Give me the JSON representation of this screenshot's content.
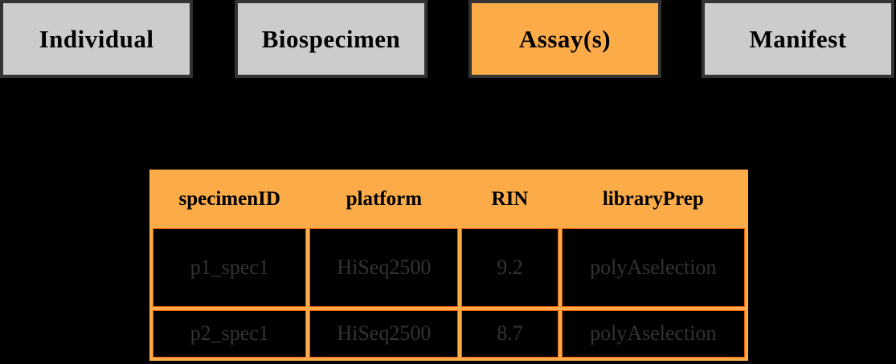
{
  "page": {
    "background": "#000000"
  },
  "colors": {
    "accent_orange": "#fbac49",
    "box_gray": "#cccccc",
    "box_border_gray": "#333333",
    "table_divider_red_orange": "#f25c05",
    "body_text_gray": "#333333"
  },
  "nav_boxes": [
    {
      "label": "Individual",
      "active": false
    },
    {
      "label": "Biospecimen",
      "active": false
    },
    {
      "label": "Assay(s)",
      "active": true
    },
    {
      "label": "Manifest",
      "active": false
    }
  ],
  "table": {
    "headers": [
      "specimenID",
      "platform",
      "RIN",
      "libraryPrep"
    ],
    "rows": [
      [
        "p1_spec1",
        "HiSeq2500",
        "9.2",
        "polyAselection"
      ],
      [
        "p2_spec1",
        "HiSeq2500",
        "8.7",
        "polyAselection"
      ]
    ]
  }
}
